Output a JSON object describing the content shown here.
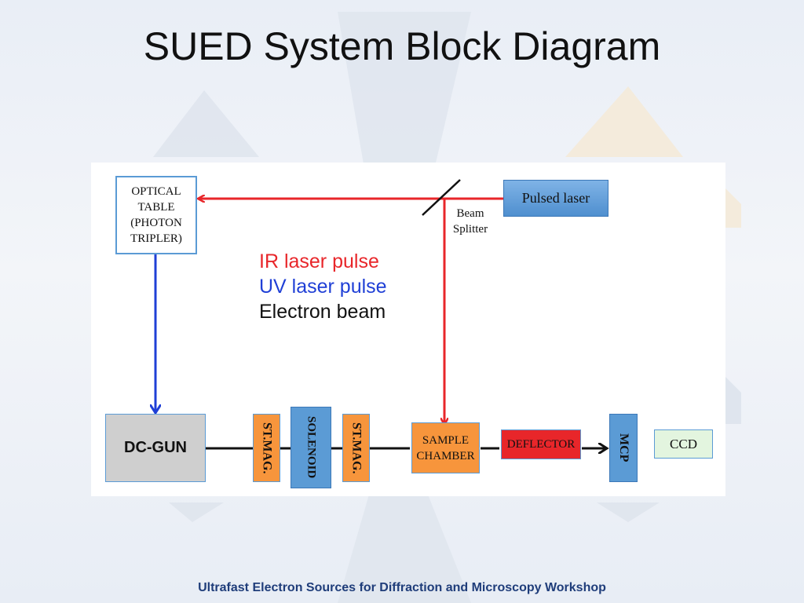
{
  "slide": {
    "title": "SUED System Block Diagram",
    "footer": "Ultrafast Electron Sources for Diffraction and Microscopy Workshop"
  },
  "diagram": {
    "optical_table": [
      "OPTICAL",
      "TABLE",
      "(PHOTON",
      "TRIPLER)"
    ],
    "pulsed_laser": "Pulsed laser",
    "beam_splitter": [
      "Beam",
      "Splitter"
    ],
    "legend": {
      "ir": "IR laser pulse",
      "uv": "UV laser pulse",
      "electron": "Electron beam"
    },
    "dc_gun": "DC-GUN",
    "st_mag_1": "ST.MAG.",
    "solenoid": "SOLENOID",
    "st_mag_2": "ST.MAG.",
    "sample_chamber": [
      "SAMPLE",
      "CHAMBER"
    ],
    "deflector": "DEFLECTOR",
    "mcp": "MCP",
    "ccd": "CCD"
  },
  "colors": {
    "ir": "#e8262a",
    "uv": "#1f3fd6",
    "electron": "#111111",
    "blue_box": "#5b9bd5",
    "orange_box": "#f7953c",
    "red_box": "#e8262a",
    "gray_box": "#cfcfcf",
    "green_box": "#e3f5df"
  }
}
